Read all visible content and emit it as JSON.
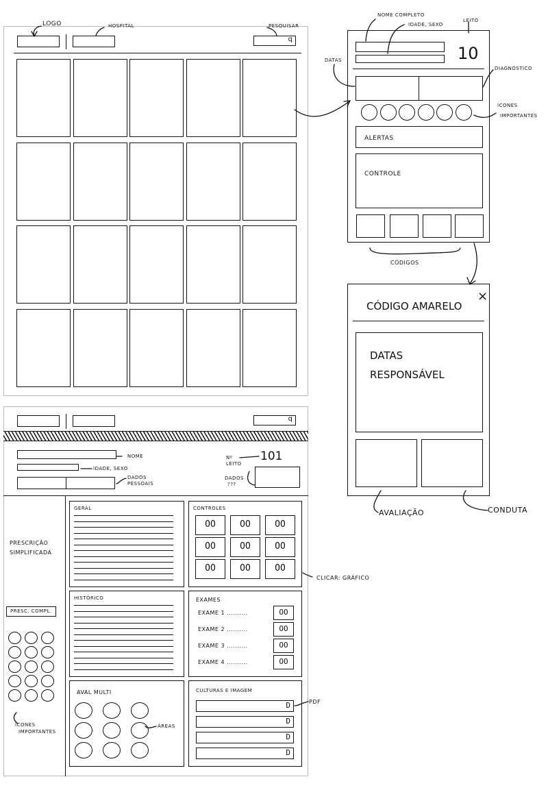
{
  "top_wireframe": {
    "annotations": {
      "logo": "LOGO",
      "hospital": "HOSPITAL",
      "pesquisar": "PESQUISAR"
    },
    "search_glyph": "q",
    "grid_rows": 4,
    "grid_cols": 5
  },
  "patient_card": {
    "annotations": {
      "nome_completo": "NOME COMPLETO",
      "idade_sexo": "IDADE, SEXO",
      "leito": "LEITO",
      "datas": "DATAS",
      "diagnostico": "DIAGNÓSTICO",
      "icones": "ÍCONES",
      "importantes": "IMPORTANTES",
      "codigos": "CÓDIGOS"
    },
    "bed_number": "10",
    "alertas": "ALERTAS",
    "controle": "CONTROLE"
  },
  "code_modal": {
    "title": "CÓDIGO AMARELO",
    "close": "×",
    "datas": "DATAS",
    "responsavel": "RESPONSÁVEL",
    "annotations": {
      "avaliacao": "AVALIAÇÃO",
      "conduta": "CONDUTA"
    }
  },
  "detail_wireframe": {
    "search_glyph": "q",
    "annotations": {
      "nome": "NOME",
      "idade_sexo": "IDADE, SEXO",
      "dados_pessoais_1": "DADOS",
      "dados_pessoais_2": "PESSOAIS",
      "leito_1": "Nº",
      "leito_2": "LEITO",
      "dados_1": "DADOS",
      "dados_2": "???",
      "clicar_grafico": "CLICAR: GRÁFICO",
      "pdf": "PDF",
      "areas": "ÁREAS",
      "icones_1": "ÍCONES",
      "icones_2": "IMPORTANTES"
    },
    "bed_number": "101",
    "sidebar": {
      "prescricao_1": "PRESCRIÇÃO",
      "prescricao_2": "SIMPLIFICADA",
      "presc_compl": "PRESC. COMPL."
    },
    "panels": {
      "geral": "GERAL",
      "controles": "CONTROLES",
      "historico": "HISTÓRICO",
      "exames": "EXAMES",
      "aval_multi": "AVAL MULTI",
      "culturas": "CULTURAS E IMAGEM"
    },
    "control_value": "OO",
    "exams": [
      "EXAME 1",
      "EXAME 2",
      "EXAME 3",
      "EXAME 4"
    ],
    "exam_value": "OO",
    "pdf_glyph": "D"
  }
}
